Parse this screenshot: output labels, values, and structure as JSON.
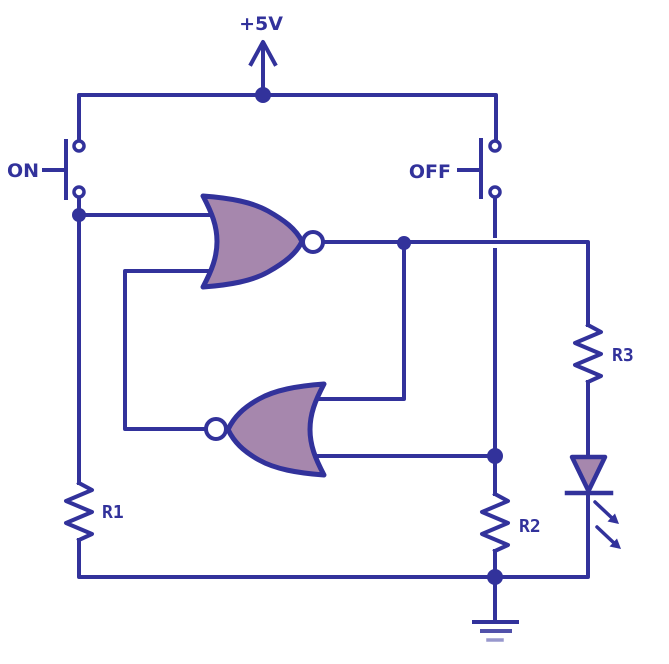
{
  "diagram": {
    "type": "circuit-schematic",
    "description": "SR latch made of two NOR gates with ON and OFF pushbuttons, pull-down resistors and LED indicator",
    "labels": {
      "power_rail": "+5V",
      "on_button": "ON",
      "off_button": "OFF",
      "r1": "R1",
      "r2": "R2",
      "r3": "R3"
    },
    "components": {
      "gate_top": "NOR gate",
      "gate_bottom": "NOR gate (mirrored)",
      "led": "LED",
      "ground": "earth ground"
    }
  },
  "colors": {
    "wire": "#32329b",
    "gate_fill": "#a687ad",
    "background": "#ffffff"
  }
}
